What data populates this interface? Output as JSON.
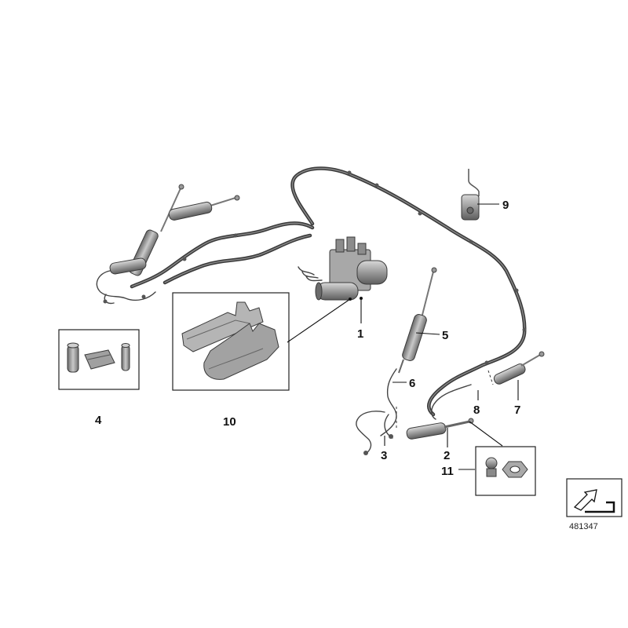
{
  "diagram_ref": "481347",
  "callouts": [
    {
      "label": "1"
    },
    {
      "label": "2"
    },
    {
      "label": "3"
    },
    {
      "label": "4"
    },
    {
      "label": "5"
    },
    {
      "label": "6"
    },
    {
      "label": "7"
    },
    {
      "label": "8"
    },
    {
      "label": "9"
    },
    {
      "label": "10"
    },
    {
      "label": "11"
    }
  ],
  "colors": {
    "line": "#3a3a3a",
    "part_fill": "#9a9a9a",
    "text": "#111111"
  }
}
